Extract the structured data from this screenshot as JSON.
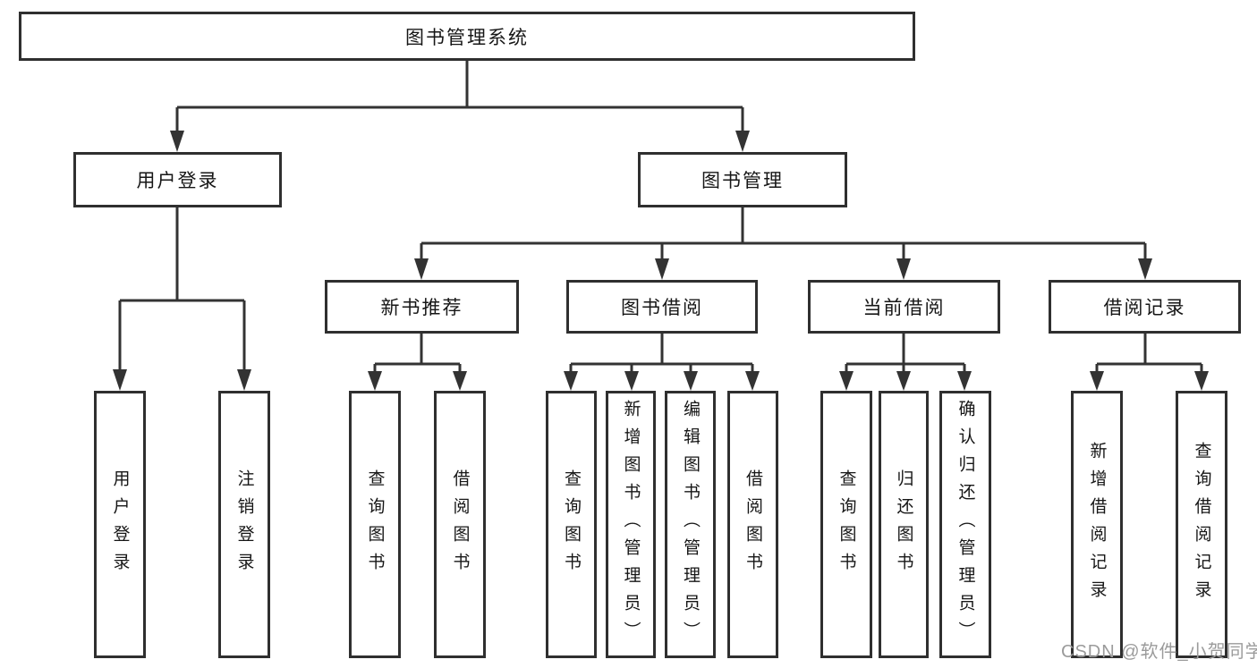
{
  "diagram": {
    "root": {
      "label": "图书管理系统"
    },
    "level1": [
      {
        "label": "用户登录"
      },
      {
        "label": "图书管理"
      }
    ],
    "level2": [
      {
        "label": "新书推荐"
      },
      {
        "label": "图书借阅"
      },
      {
        "label": "当前借阅"
      },
      {
        "label": "借阅记录"
      }
    ],
    "leaves": [
      {
        "label": "用户登录",
        "parent": "用户登录"
      },
      {
        "label": "注销登录",
        "parent": "用户登录"
      },
      {
        "label": "查询图书",
        "parent": "新书推荐"
      },
      {
        "label": "借阅图书",
        "parent": "新书推荐"
      },
      {
        "label": "查询图书",
        "parent": "图书借阅"
      },
      {
        "label": "新增图书（管理员）",
        "parent": "图书借阅"
      },
      {
        "label": "编辑图书（管理员）",
        "parent": "图书借阅"
      },
      {
        "label": "借阅图书",
        "parent": "图书借阅"
      },
      {
        "label": "查询图书",
        "parent": "当前借阅"
      },
      {
        "label": "归还图书",
        "parent": "当前借阅"
      },
      {
        "label": "确认归还（管理员）",
        "parent": "当前借阅"
      },
      {
        "label": "新增借阅记录",
        "parent": "借阅记录"
      },
      {
        "label": "查询借阅记录",
        "parent": "借阅记录"
      }
    ],
    "watermark": "CSDN @软件_小贺同学",
    "colors": {
      "line": "#333333",
      "box_border": "#2f2f2f",
      "box_fill": "#ffffff",
      "text": "#161616",
      "watermark": "#9b9b9b",
      "background": "#ffffff"
    }
  }
}
